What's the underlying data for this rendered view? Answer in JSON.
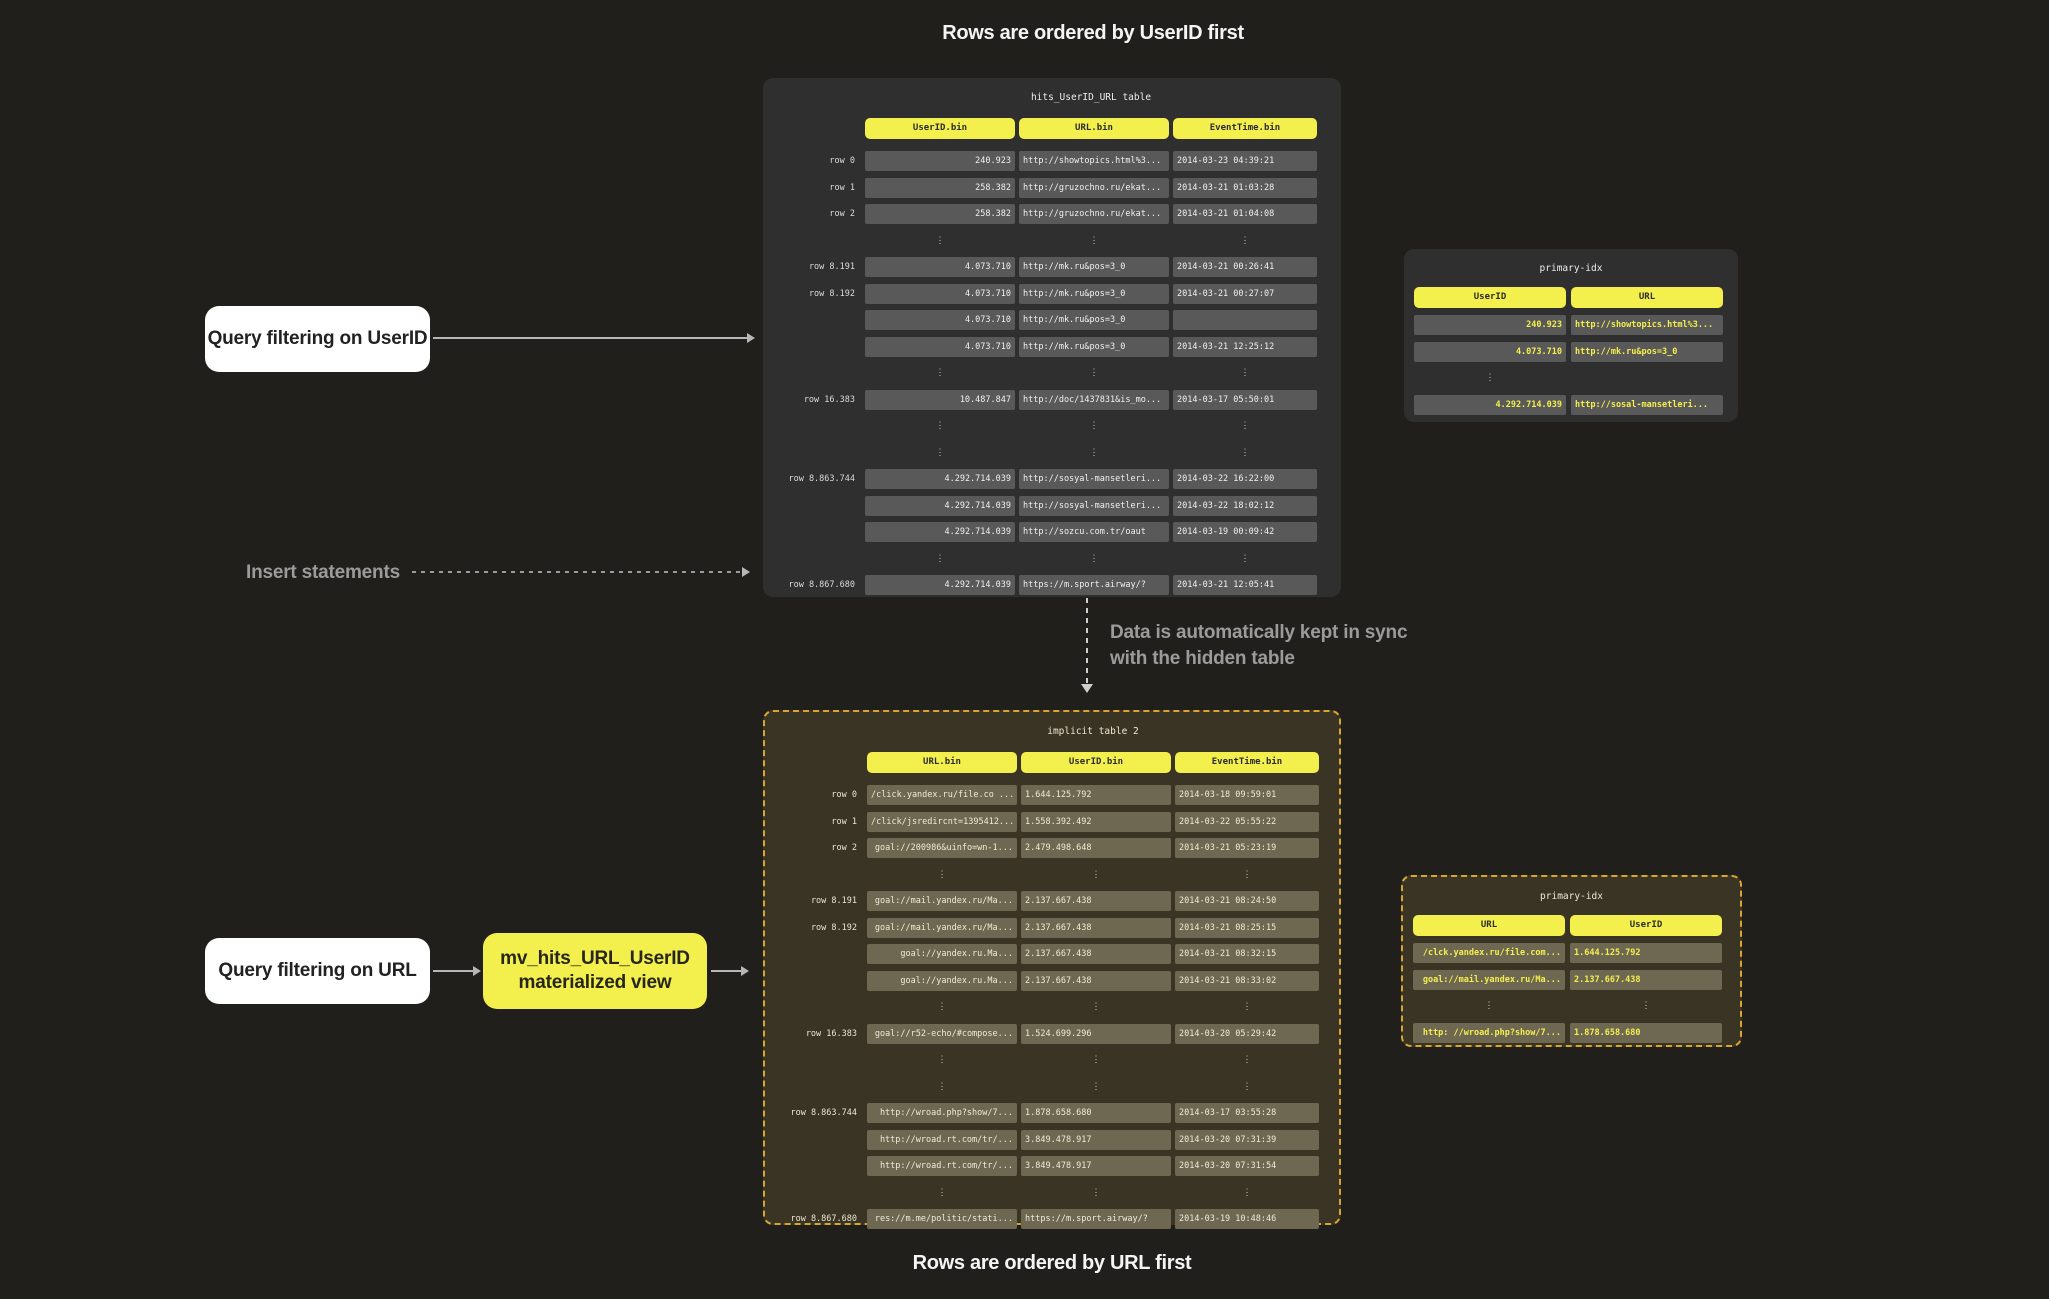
{
  "captions": {
    "top": "Rows are ordered by UserID first",
    "bottom": "Rows are ordered by URL first"
  },
  "callouts": {
    "query_userid": {
      "label": "Query filtering on UserID"
    },
    "insert": {
      "label": "Insert statements"
    },
    "sync": {
      "line1": "Data is automatically kept in sync",
      "line2": "with the hidden table"
    },
    "query_url": {
      "label": "Query filtering on URL"
    },
    "mv": {
      "line1": "mv_hits_URL_UserID",
      "line2": "materialized view"
    }
  },
  "ellipsis_glyph": "⋮",
  "colors": {
    "page_bg": "#211f1c",
    "panel_dark": "#2f2f2f",
    "cell_dark": "#595959",
    "text_light": "#f0f0f0",
    "panel_olive": "#3a3425",
    "cell_olive": "#6e6853",
    "text_cream": "#f0ead6",
    "accent_yellow": "#f3ef4d",
    "dashed_border": "#d9a62d",
    "header_text": "#2b2b2b",
    "note_gray": "#9b9b9b",
    "arrow_gray": "#b7b7b7"
  },
  "top_table": {
    "title": "hits_UserID_URL table",
    "columns": [
      "UserID.bin",
      "URL.bin",
      "EventTime.bin"
    ],
    "rows": [
      {
        "label": "row 0",
        "cells": [
          "240.923",
          "http://showtopics.html%3...",
          "2014-03-23 04:39:21"
        ]
      },
      {
        "label": "row 1",
        "cells": [
          "258.382",
          "http://gruzochno.ru/ekat...",
          "2014-03-21 01:03:28"
        ]
      },
      {
        "label": "row 2",
        "cells": [
          "258.382",
          "http://gruzochno.ru/ekat...",
          "2014-03-21 01:04:08"
        ]
      },
      {
        "dots": [
          1,
          1,
          1
        ]
      },
      {
        "label": "row 8.191",
        "cells": [
          "4.073.710",
          "http://mk.ru&pos=3_0",
          "2014-03-21 00:26:41"
        ]
      },
      {
        "label": "row 8.192",
        "cells": [
          "4.073.710",
          "http://mk.ru&pos=3_0",
          "2014-03-21 00:27:07"
        ]
      },
      {
        "label": "",
        "cells": [
          "4.073.710",
          "http://mk.ru&pos=3_0",
          ""
        ]
      },
      {
        "label": "",
        "cells": [
          "4.073.710",
          "http://mk.ru&pos=3_0",
          "2014-03-21 12:25:12"
        ]
      },
      {
        "dots": [
          1,
          1,
          1
        ]
      },
      {
        "label": "row 16.383",
        "cells": [
          "10.487.847",
          "http://doc/1437831&is_mo...",
          "2014-03-17 05:50:01"
        ]
      },
      {
        "dots": [
          1,
          1,
          1
        ]
      },
      {
        "dots": [
          1,
          1,
          1
        ]
      },
      {
        "label": "row 8.863.744",
        "cells": [
          "4.292.714.039",
          "http://sosyal-mansetleri...",
          "2014-03-22 16:22:00"
        ]
      },
      {
        "label": "",
        "cells": [
          "4.292.714.039",
          "http://sosyal-mansetleri...",
          "2014-03-22 18:02:12"
        ]
      },
      {
        "label": "",
        "cells": [
          "4.292.714.039",
          "http://sozcu.com.tr/oaut",
          "2014-03-19 00:09:42"
        ]
      },
      {
        "dots": [
          1,
          1,
          1
        ]
      },
      {
        "label": "row 8.867.680",
        "cells": [
          "4.292.714.039",
          "https://m.sport.airway/?",
          "2014-03-21 12:05:41"
        ]
      }
    ]
  },
  "top_index": {
    "title": "primary-idx",
    "row_labels": false,
    "columns": [
      "UserID",
      "URL"
    ],
    "rows": [
      {
        "cells": [
          "240.923",
          "http://showtopics.html%3..."
        ]
      },
      {
        "cells": [
          "4.073.710",
          "http://mk.ru&pos=3_0"
        ]
      },
      {
        "dots": [
          1,
          0
        ]
      },
      {
        "cells": [
          "4.292.714.039",
          "http://sosal-mansetleri..."
        ]
      }
    ]
  },
  "bottom_table": {
    "title": "implicit table 2",
    "columns": [
      "URL.bin",
      "UserID.bin",
      "EventTime.bin"
    ],
    "rows": [
      {
        "label": "row 0",
        "cells": [
          "/click.yandex.ru/file.co ...",
          "1.644.125.792",
          "2014-03-18 09:59:01"
        ]
      },
      {
        "label": "row 1",
        "cells": [
          "/click/jsredircnt=1395412...",
          "1.558.392.492",
          "2014-03-22 05:55:22"
        ]
      },
      {
        "label": "row 2",
        "cells": [
          "goal://200986&uinfo=wn-1...",
          "2.479.498.648",
          "2014-03-21 05:23:19"
        ]
      },
      {
        "dots": [
          1,
          1,
          1
        ]
      },
      {
        "label": "row 8.191",
        "cells": [
          "goal://mail.yandex.ru/Ma...",
          "2.137.667.438",
          "2014-03-21 08:24:50"
        ]
      },
      {
        "label": "row 8.192",
        "cells": [
          "goal://mail.yandex.ru/Ma...",
          "2.137.667.438",
          "2014-03-21 08:25:15"
        ]
      },
      {
        "label": "",
        "cells": [
          "goal://yandex.ru.Ma...",
          "2.137.667.438",
          "2014-03-21 08:32:15"
        ]
      },
      {
        "label": "",
        "cells": [
          "goal://yandex.ru.Ma...",
          "2.137.667.438",
          "2014-03-21 08:33:02"
        ]
      },
      {
        "dots": [
          1,
          1,
          1
        ]
      },
      {
        "label": "row 16.383",
        "cells": [
          "goal://r52-echo/#compose...",
          "1.524.699.296",
          "2014-03-20 05:29:42"
        ]
      },
      {
        "dots": [
          1,
          1,
          1
        ]
      },
      {
        "dots": [
          1,
          1,
          1
        ]
      },
      {
        "label": "row 8.863.744",
        "cells": [
          "http://wroad.php?show/7...",
          "1.878.658.680",
          "2014-03-17 03:55:28"
        ]
      },
      {
        "label": "",
        "cells": [
          "http://wroad.rt.com/tr/...",
          "3.849.478.917",
          "2014-03-20 07:31:39"
        ]
      },
      {
        "label": "",
        "cells": [
          "http://wroad.rt.com/tr/...",
          "3.849.478.917",
          "2014-03-20 07:31:54"
        ]
      },
      {
        "dots": [
          1,
          1,
          1
        ]
      },
      {
        "label": "row 8.867.680",
        "cells": [
          "res://m.me/politic/stati...",
          "https://m.sport.airway/?",
          "2014-03-19 10:48:46"
        ]
      }
    ]
  },
  "bottom_index": {
    "title": "primary-idx",
    "row_labels": false,
    "columns": [
      "URL",
      "UserID"
    ],
    "rows": [
      {
        "cells": [
          "/clck.yandex.ru/file.com...",
          "1.644.125.792"
        ]
      },
      {
        "cells": [
          "goal://mail.yandex.ru/Ma...",
          "2.137.667.438"
        ]
      },
      {
        "dots": [
          1,
          1
        ]
      },
      {
        "cells": [
          "http: //wroad.php?show/7...",
          "1.878.658.680"
        ]
      }
    ]
  }
}
